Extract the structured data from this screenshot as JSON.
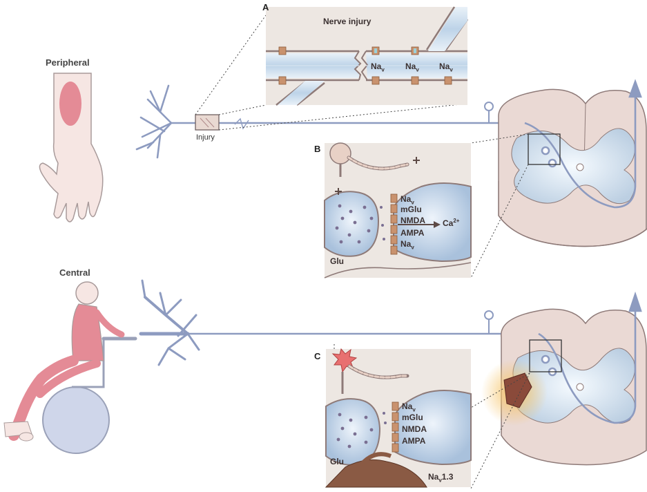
{
  "labels": {
    "peripheral": "Peripheral",
    "central": "Central",
    "injury": "Injury",
    "panel_a": "A",
    "panel_b": "B",
    "panel_c": "C",
    "nerve_injury": "Nerve injury"
  },
  "panel_a_channels": [
    "Na",
    "Na",
    "Na"
  ],
  "channel_subscript": "v",
  "panel_b": {
    "channels": [
      "Na",
      "mGlu",
      "NMDA",
      "AMPA",
      "Na"
    ],
    "transmitter": "Glu",
    "ion": "Ca",
    "ion_superscript": "2+"
  },
  "panel_c": {
    "channels": [
      "Na",
      "mGlu",
      "NMDA",
      "AMPA"
    ],
    "transmitter": "Glu",
    "sodium_channel": "Na",
    "sodium_channel_suffix": "1.3"
  },
  "colors": {
    "nerve": "#8d9bc0",
    "nerve_dark": "#6d7ca8",
    "skin": "#f6e6e3",
    "skin_outline": "#a89a9a",
    "pain_red": "#e48b96",
    "cord_tissue": "#ead9d4",
    "cord_grey": "#cfdcea",
    "inset_bg": "#ede7e2",
    "axon_fill": "#cfdfee",
    "membrane": "#8e7a78",
    "channel": "#c9926e"
  },
  "icons": [
    "arm-icon",
    "wheelchair-person-icon",
    "spinal-cord-icon",
    "lesion-burst-icon",
    "dendrite-icon"
  ]
}
